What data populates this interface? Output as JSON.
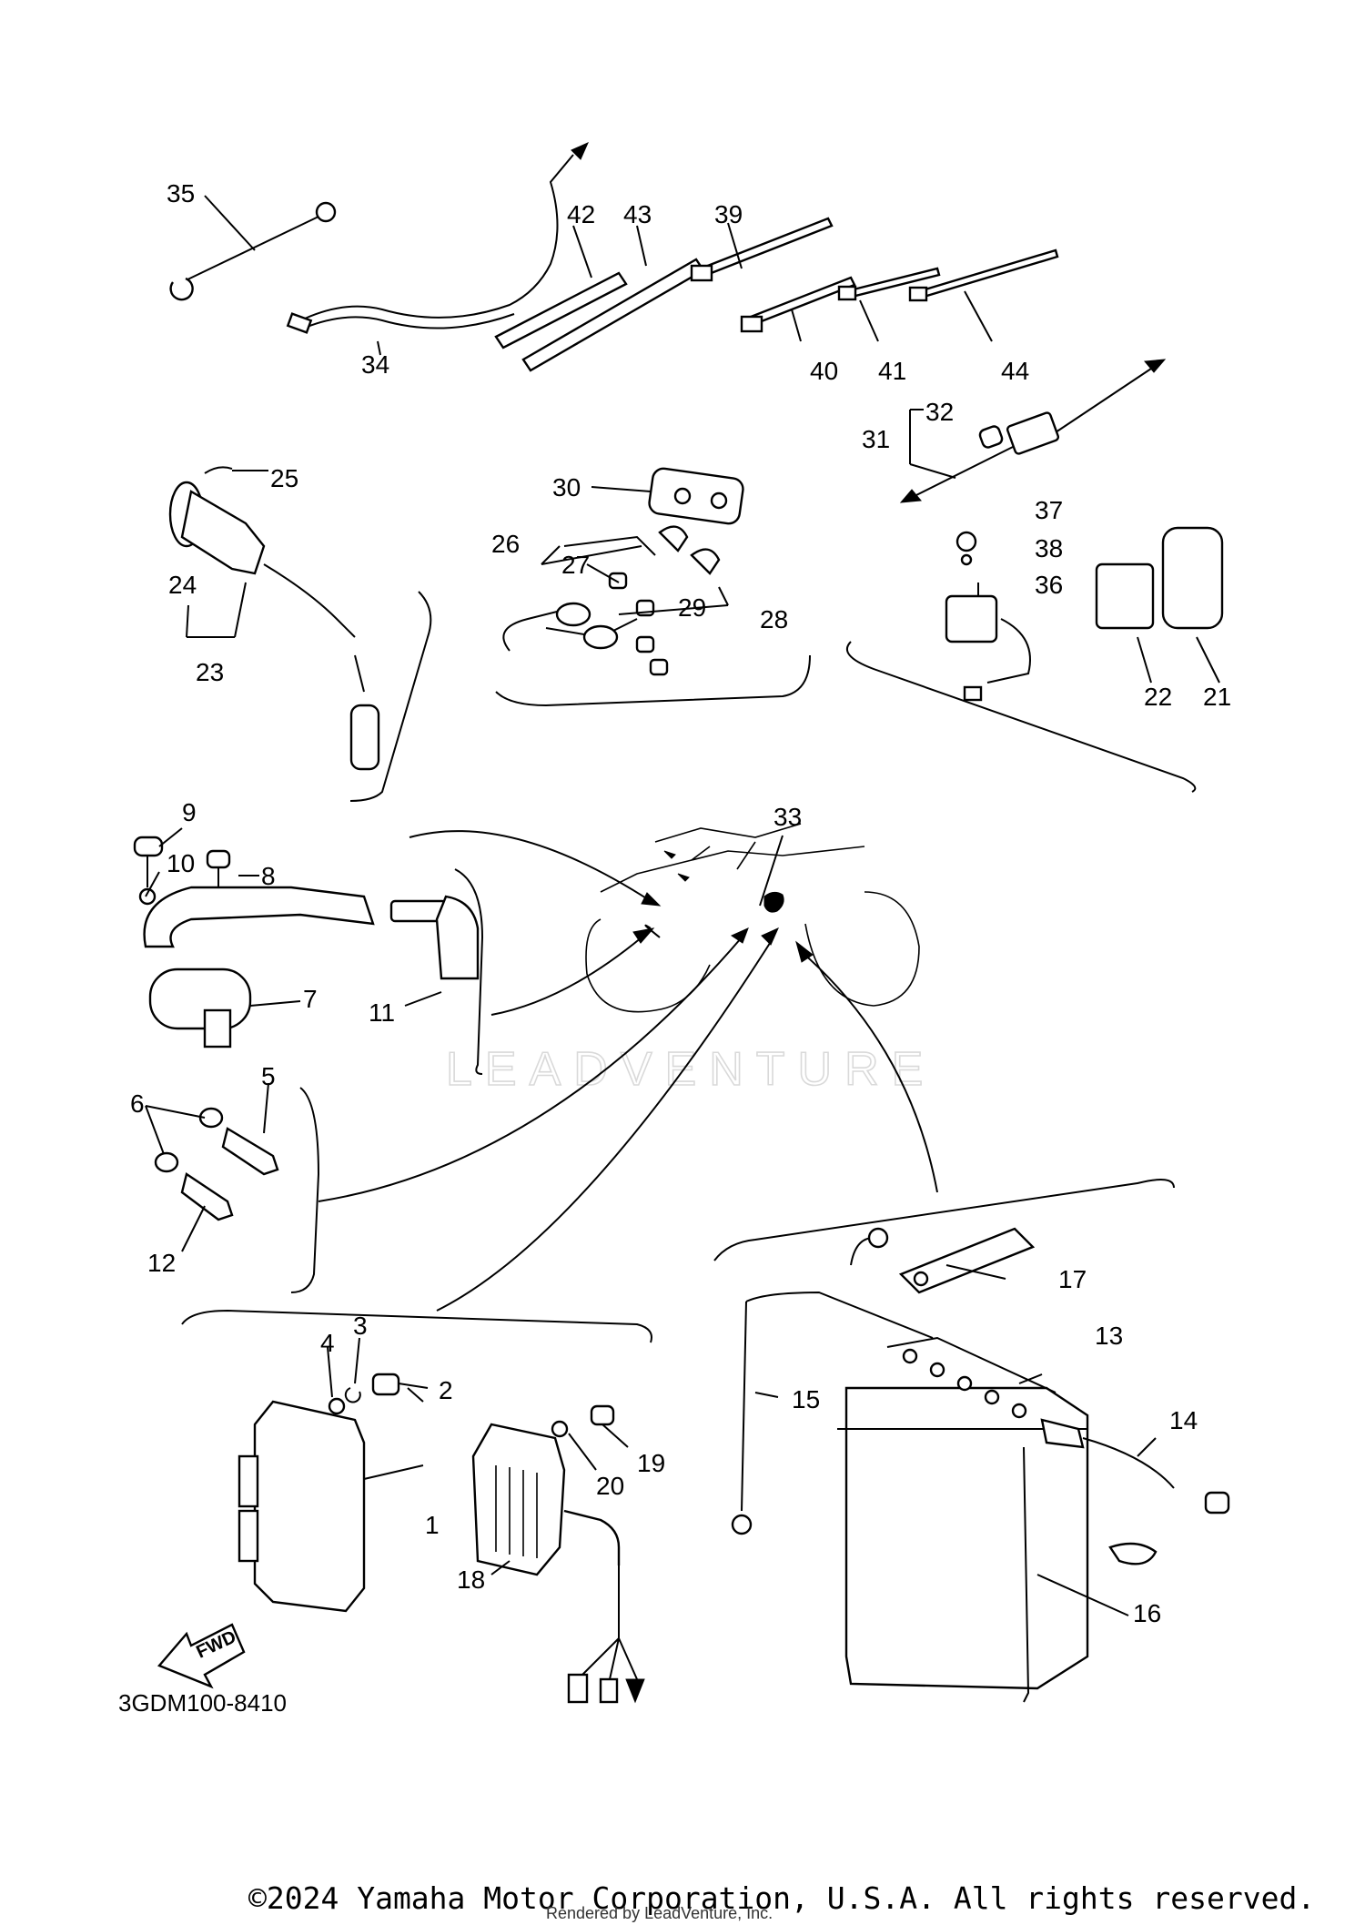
{
  "diagram": {
    "code": "3GDM100-8410",
    "copyright": "©2024 Yamaha Motor Corporation, U.S.A. All rights reserved.",
    "rendered_by": "Rendered by LeadVenture, Inc.",
    "watermark": "LEADVENTURE",
    "fwd_label": "FWD",
    "callouts": {
      "c1": "1",
      "c2": "2",
      "c3": "3",
      "c4": "4",
      "c5": "5",
      "c6": "6",
      "c7": "7",
      "c8": "8",
      "c9": "9",
      "c10": "10",
      "c11": "11",
      "c12": "12",
      "c13": "13",
      "c14": "14",
      "c15": "15",
      "c16": "16",
      "c17": "17",
      "c18": "18",
      "c19": "19",
      "c20": "20",
      "c21": "21",
      "c22": "22",
      "c23": "23",
      "c24": "24",
      "c25": "25",
      "c26": "26",
      "c27": "27",
      "c28": "28",
      "c29": "29",
      "c30": "30",
      "c31": "31",
      "c32": "32",
      "c33": "33",
      "c34": "34",
      "c35": "35",
      "c36": "36",
      "c37": "37",
      "c38": "38",
      "c39": "39",
      "c40": "40",
      "c41": "41",
      "c42": "42",
      "c43": "43",
      "c44": "44"
    }
  }
}
